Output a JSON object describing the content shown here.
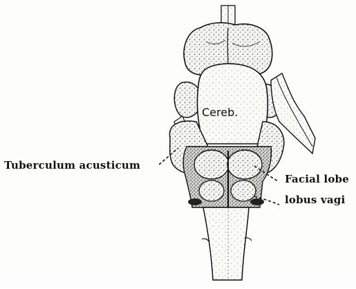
{
  "figure": {
    "inner_label": "Cereb.",
    "labels": {
      "tuberculum": "Tuberculum acusticum",
      "facial": "Facial lobe",
      "vagi": "lobus vagi"
    }
  },
  "colors": {
    "ink": "#111111",
    "stipple": "#2a2a2a",
    "paper": "#fdfdfb",
    "shade": "#e8e8e4"
  }
}
